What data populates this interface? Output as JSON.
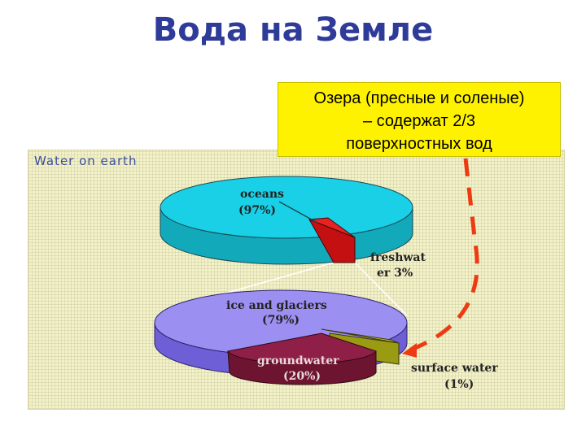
{
  "slide": {
    "title": "Вода на Земле"
  },
  "note": {
    "text": "Озера (пресные и соленые)\n– содержат 2/3\nповерхностных вод"
  },
  "figure": {
    "title": "Water on earth"
  },
  "colors": {
    "title": "#2f3b99",
    "note_bg": "#fff200",
    "oceans": "#19d0e6",
    "freshwater": "#d81515",
    "ice": "#9c8ff2",
    "groundwater": "#8f1f46",
    "surface": "#b0b11c",
    "arrow": "#ee3a12"
  },
  "chart_data": [
    {
      "type": "pie",
      "title": "Water on earth",
      "slices": [
        {
          "label": "oceans",
          "value": 97,
          "label_text": "oceans",
          "pct_text": "(97%)"
        },
        {
          "label": "freshwater",
          "value": 3,
          "label_text": "freshwat",
          "label_text2": "er 3%"
        }
      ]
    },
    {
      "type": "pie",
      "slices": [
        {
          "label": "ice and glaciers",
          "value": 79,
          "label_text": "ice and glaciers",
          "pct_text": "(79%)"
        },
        {
          "label": "groundwater",
          "value": 20,
          "label_text": "groundwater",
          "pct_text": "(20%)"
        },
        {
          "label": "surface water",
          "value": 1,
          "label_text": "surface water",
          "pct_text": "(1%)"
        }
      ]
    }
  ]
}
